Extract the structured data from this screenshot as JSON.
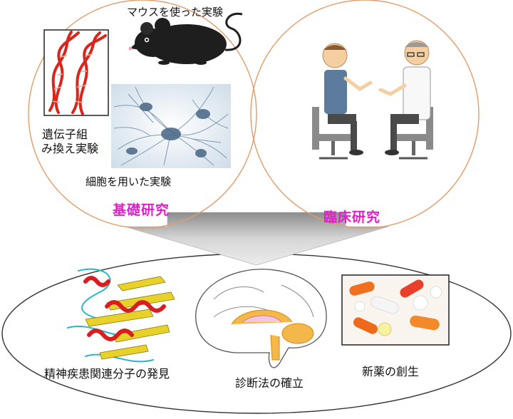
{
  "top": {
    "basic": {
      "title": "基礎研究",
      "mouse_label": "マウスを使った実験",
      "gene_label_line1": "遺伝子組",
      "gene_label_line2": "み換え実験",
      "cell_label": "細胞を用いた実験"
    },
    "clinical": {
      "title": "臨床研究"
    }
  },
  "bottom": {
    "gene_discovery": "精神疾患関連分子の発見",
    "diagnosis": "診断法の確立",
    "new_drug": "新薬の創生"
  },
  "colors": {
    "circle_stroke": "#e39b6a",
    "title_magenta": "#e020c8",
    "arrow_gray": "#bdbdbd"
  }
}
